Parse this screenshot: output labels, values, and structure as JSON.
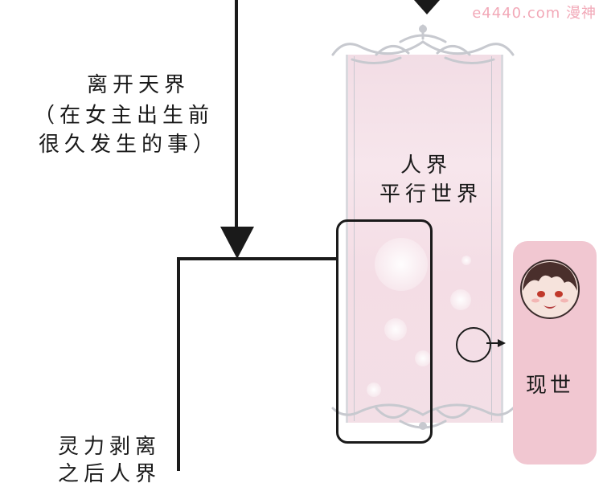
{
  "watermark": "e4440.com 漫神",
  "left_text_top": {
    "line1": "离开天界",
    "line2": "（在女主出生前",
    "line3": "很久发生的事）"
  },
  "pillar_text": {
    "line1": "人界",
    "line2": "平行世界"
  },
  "card_label": "现世",
  "left_text_bottom": {
    "line1": "灵力剥离",
    "line2": "之后人界"
  },
  "colors": {
    "pillar_pink": "#f3dfe6",
    "card_pink": "#f1c7d1",
    "watermark": "#f2a9b8",
    "ink": "#1a1a1a"
  }
}
